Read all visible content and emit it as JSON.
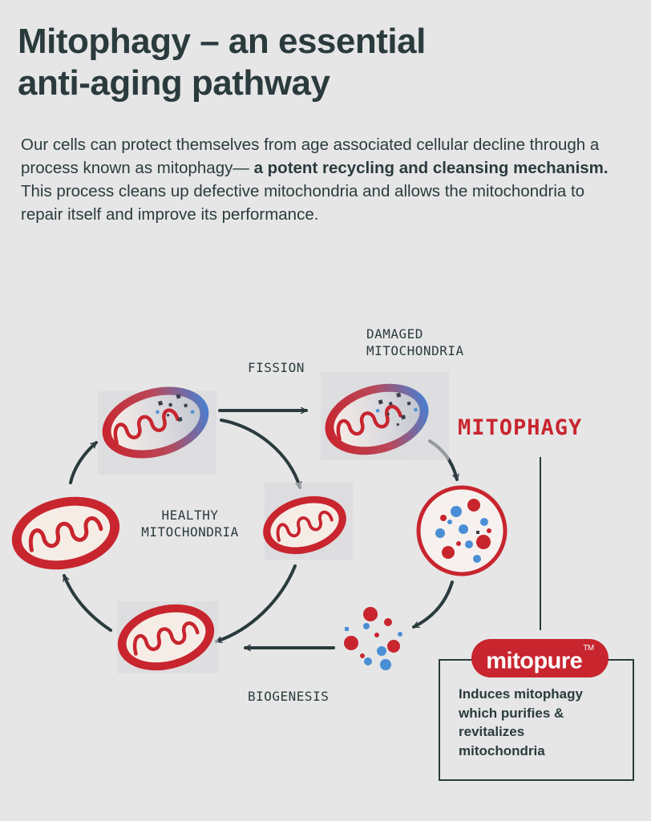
{
  "header": {
    "title_line1": "Mitophagy – an essential",
    "title_line2": "anti-aging pathway"
  },
  "intro": {
    "text_before": "Our cells can protect themselves from age associated cellular decline through a process known as mitophagy— ",
    "text_bold": "a potent recycling and cleansing mechanism.",
    "text_after": " This process cleans up defective mitochondria and allows the mitochondria to repair itself and improve its performance."
  },
  "diagram": {
    "healthy_label_line1": "HEALTHY",
    "healthy_label_line2": "MITOCHONDRIA",
    "damaged_label_line1": "DAMAGED",
    "damaged_label_line2": "MITOCHONDRIA",
    "fission_label": "FISSION",
    "biogenesis_label": "BIOGENESIS",
    "mitophagy_label": "MITOPHAGY"
  },
  "mitopure": {
    "brand": "mitopure",
    "trademark": "TM",
    "desc_line1": "Induces mitophagy",
    "desc_line2": "which purifies &",
    "desc_line3": "revitalizes",
    "desc_line4": "mitochondria"
  },
  "colors": {
    "brand_red": "#c8252e",
    "ink": "#2b3b3d",
    "blue_particle": "#4a8fd6",
    "background": "#e6e6e7"
  }
}
